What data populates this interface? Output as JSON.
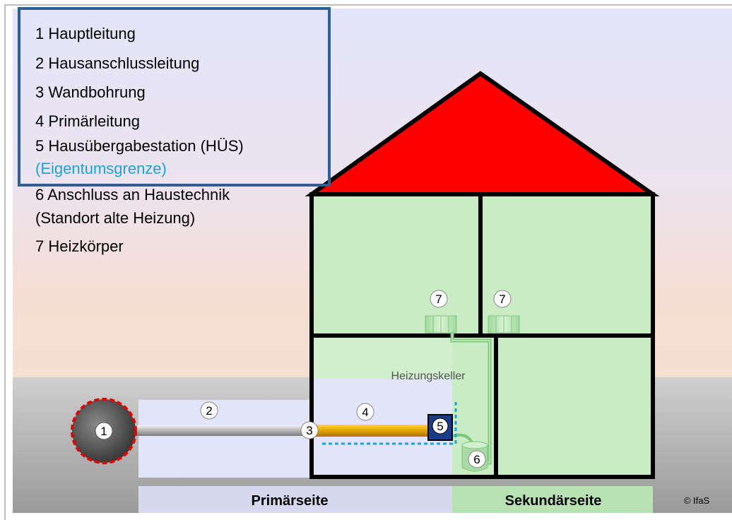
{
  "legend": {
    "items": [
      "1 Hauptleitung",
      "2 Hausanschlussleitung",
      "3 Wandbohrung",
      "4 Primärleitung",
      "5 Hausübergabestation (HÜS)",
      "(Eigentumsgrenze)",
      "6 Anschluss an Haustechnik",
      "(Standort alte Heizung)",
      "7 Heizkörper"
    ],
    "highlight_color": "#1aa3d9",
    "box_color": "#2f5f9a"
  },
  "markers": {
    "m1": "1",
    "m2": "2",
    "m3": "3",
    "m4": "4",
    "m5": "5",
    "m6": "6",
    "m7a": "7",
    "m7b": "7"
  },
  "room_label": "Heizungskeller",
  "footer": {
    "primary": "Primärseite",
    "secondary": "Sekundärseite",
    "copyright": "© IfaS"
  },
  "colors": {
    "roof": "#ff0000",
    "house_fill": "#c9ecc4",
    "pipe_primary": "#e0a300",
    "pipe_main": "#a8a8a8",
    "boundary": "#1aa3d9"
  }
}
